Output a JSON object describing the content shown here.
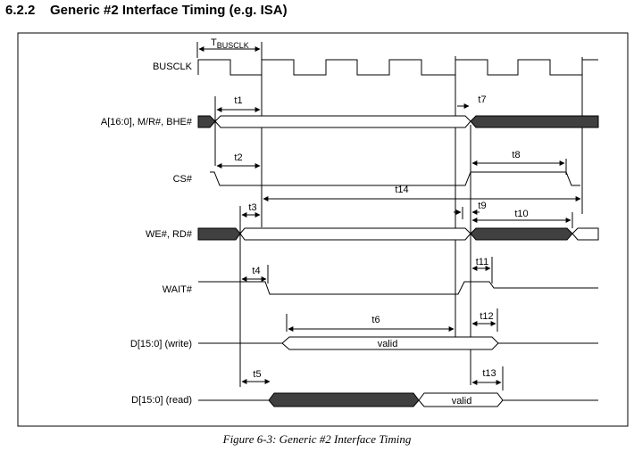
{
  "section": {
    "number": "6.2.2",
    "title": "Generic #2 Interface Timing (e.g. ISA)"
  },
  "caption": "Figure 6-3: Generic #2 Interface Timing",
  "signals": {
    "busclk": "BUSCLK",
    "addr": "A[16:0], M/R#, BHE#",
    "cs": "CS#",
    "we": "WE#, RD#",
    "wait": "WAIT#",
    "dwrite": "D[15:0] (write)",
    "dread": "D[15:0] (read)"
  },
  "period": {
    "main": "T",
    "sub": "BUSCLK"
  },
  "timings": {
    "t1": "t1",
    "t2": "t2",
    "t3": "t3",
    "t4": "t4",
    "t5": "t5",
    "t6": "t6",
    "t7": "t7",
    "t8": "t8",
    "t9": "t9",
    "t10": "t10",
    "t11": "t11",
    "t12": "t12",
    "t13": "t13",
    "t14": "t14"
  },
  "data_labels": {
    "write_valid": "valid",
    "read_valid": "valid"
  },
  "colors": {
    "shaded_bus": "#404040",
    "line": "#000000"
  }
}
